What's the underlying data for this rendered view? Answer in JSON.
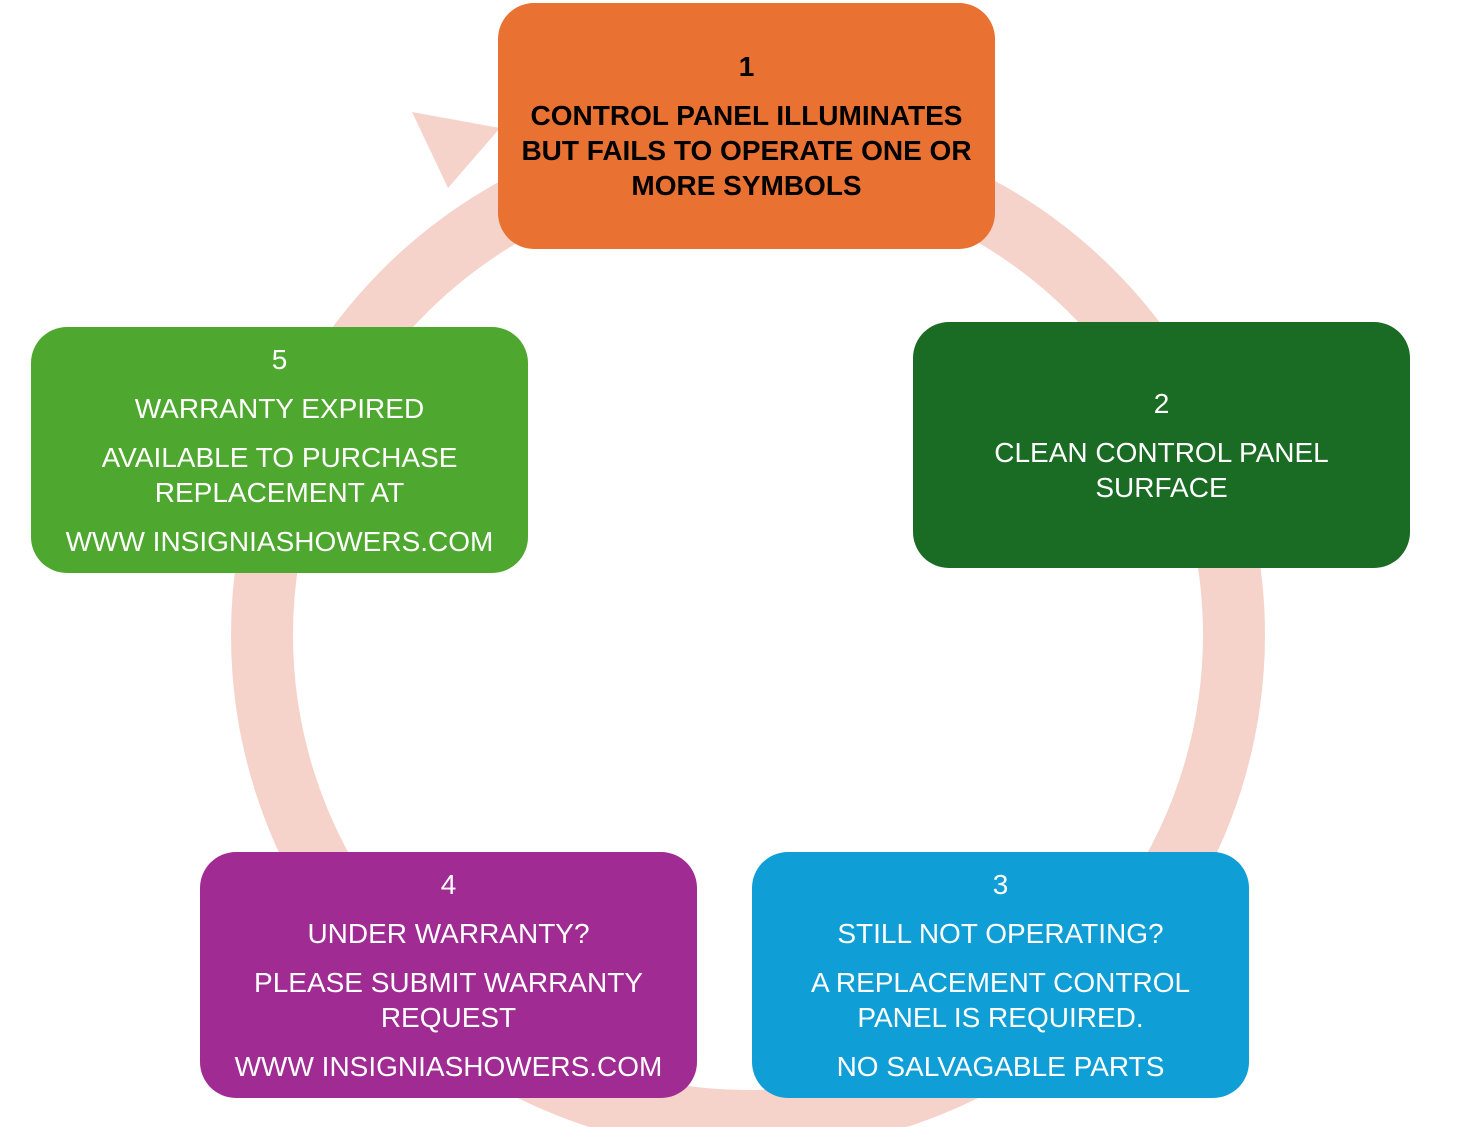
{
  "diagram": {
    "ring_color": "#F6D3CA",
    "steps": [
      {
        "number": "1",
        "lines": [
          "CONTROL PANEL ILLUMINATES",
          "BUT FAILS TO OPERATE ONE OR",
          "MORE SYMBOLS"
        ],
        "color": "#E97132",
        "text_color": "#000000"
      },
      {
        "number": "2",
        "lines": [
          "CLEAN CONTROL PANEL",
          "SURFACE"
        ],
        "color": "#1A6B24",
        "text_color": "#FFFFFF"
      },
      {
        "number": "3",
        "lines": [
          "STILL NOT OPERATING?",
          "A REPLACEMENT CONTROL",
          "PANEL IS REQUIRED.",
          "NO SALVAGABLE PARTS"
        ],
        "color": "#0F9ED5",
        "text_color": "#FFFFFF"
      },
      {
        "number": "4",
        "lines": [
          "UNDER WARRANTY?",
          "PLEASE SUBMIT WARRANTY",
          "REQUEST",
          "WWW INSIGNIASHOWERS.COM"
        ],
        "color": "#A02B93",
        "text_color": "#FFFFFF"
      },
      {
        "number": "5",
        "lines": [
          "WARRANTY EXPIRED",
          "AVAILABLE TO  PURCHASE",
          "REPLACEMENT AT",
          "WWW INSIGNIASHOWERS.COM"
        ],
        "color": "#4EA72E",
        "text_color": "#FFFFFF"
      }
    ]
  }
}
